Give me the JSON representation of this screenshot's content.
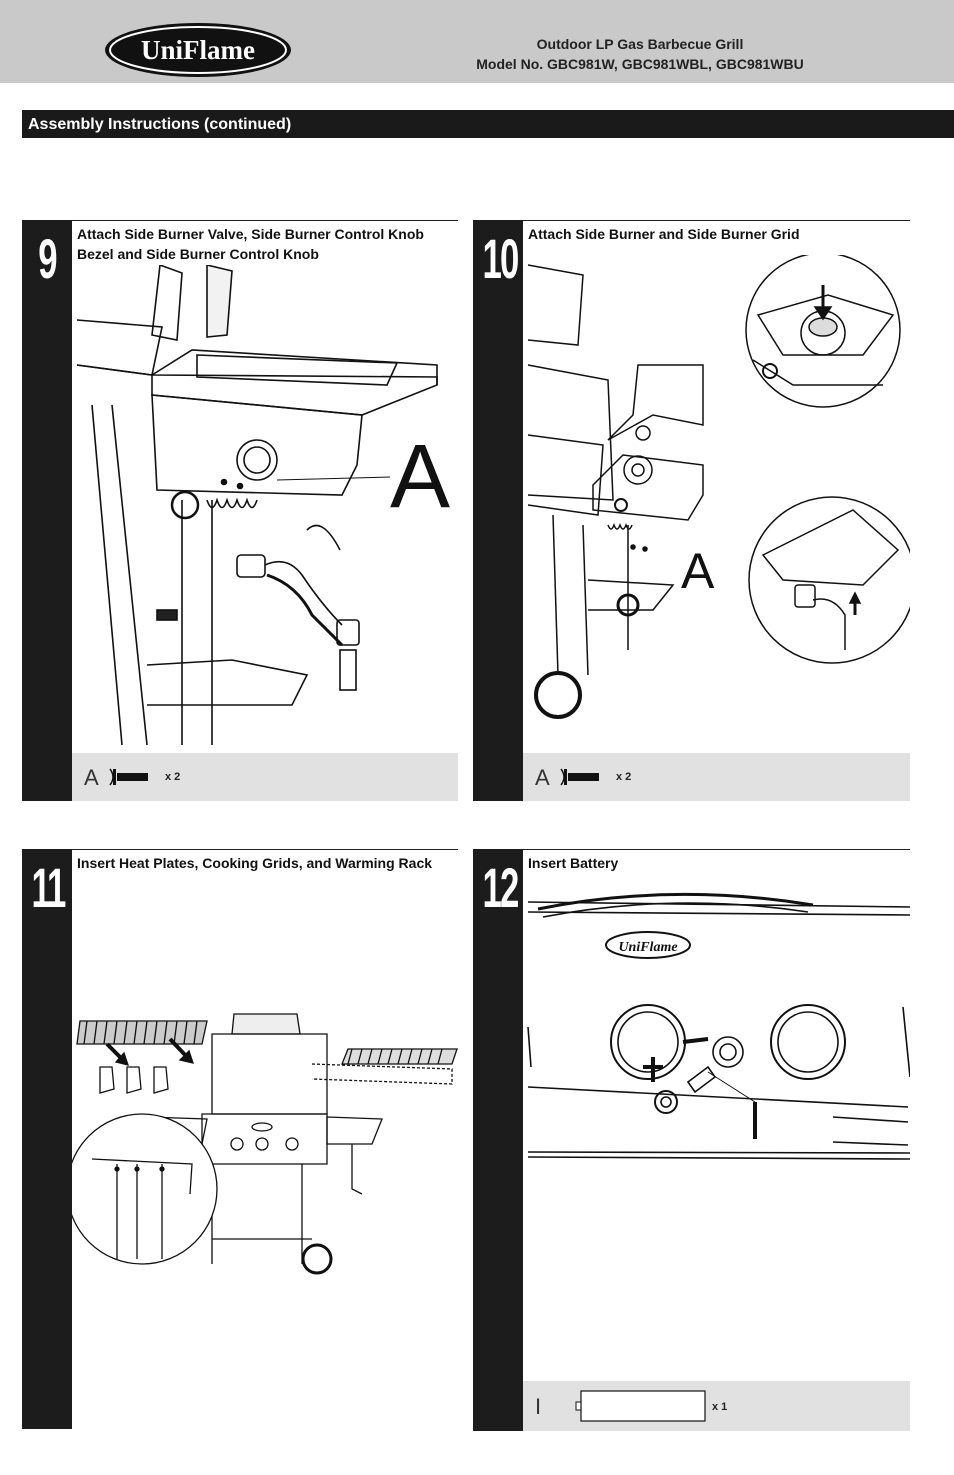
{
  "header": {
    "logo_text": "UniFlame",
    "doc_title_line1": "Outdoor LP Gas Barbecue Grill",
    "doc_title_line2": "Model No. GBC981W, GBC981WBL, GBC981WBU"
  },
  "section": {
    "title": "Assembly Instructions (continued)"
  },
  "steps": [
    {
      "number": "9",
      "title_line1": "Attach Side Burner Valve, Side Burner Control Knob",
      "title_line2": "Bezel and Side Burner Control Knob",
      "callout": "A",
      "part_label": "A",
      "part_qty": "x 2"
    },
    {
      "number": "10",
      "title_line1": "Attach Side Burner and Side Burner Grid",
      "callout": "A",
      "part_label": "A",
      "part_qty": "x 2"
    },
    {
      "number": "11",
      "title_line1": "Insert Heat Plates, Cooking Grids, and Warming Rack"
    },
    {
      "number": "12",
      "title_line1": "Insert Battery",
      "plus_sign": "+",
      "minus_sign": "−",
      "callout": "I",
      "logo_text": "UniFlame",
      "part_label": "I",
      "part_qty": "x 1"
    }
  ]
}
